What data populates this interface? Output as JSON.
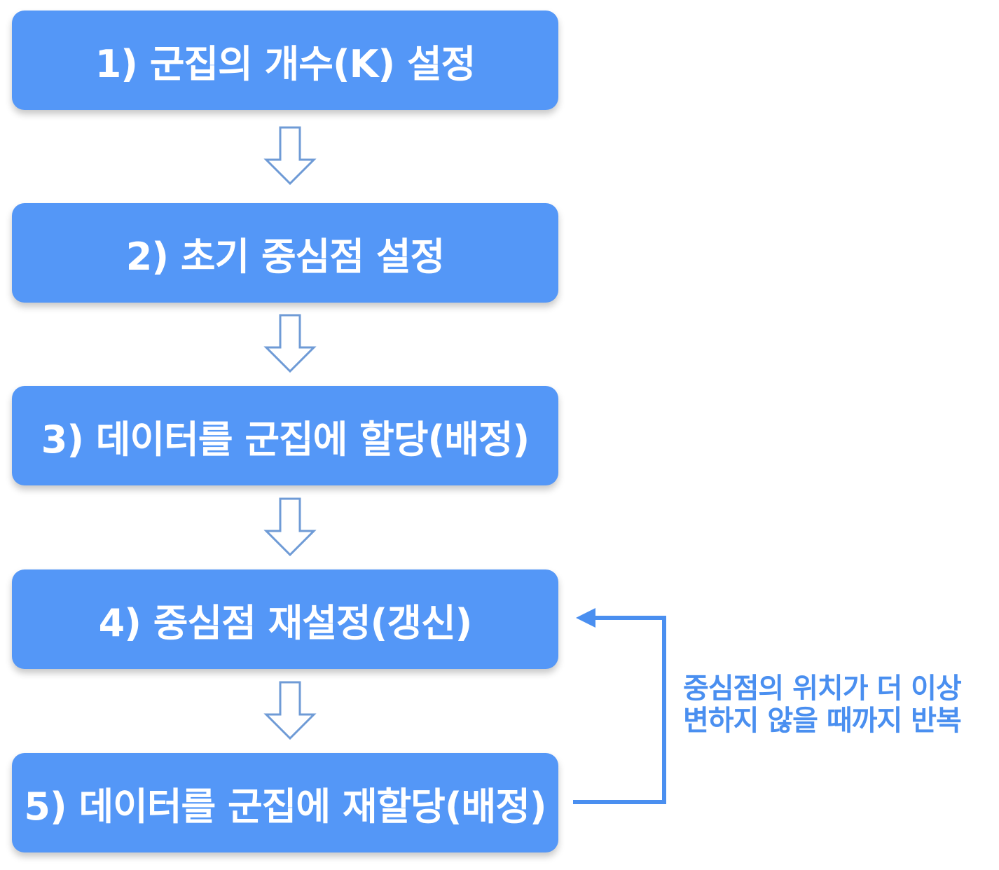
{
  "diagram": {
    "steps": [
      {
        "label": "1) 군집의 개수(K) 설정"
      },
      {
        "label": "2) 초기 중심점 설정"
      },
      {
        "label": "3) 데이터를 군집에 할당(배정)"
      },
      {
        "label": "4) 중심점 재설정(갱신)"
      },
      {
        "label": "5) 데이터를 군집에 재할당(배정)"
      }
    ],
    "loop": {
      "line1": "중심점의 위치가 더 이상",
      "line2": "변하지 않을 때까지 반복"
    },
    "colors": {
      "box": "#5497f7",
      "box_text": "#ffffff",
      "arrow_outline": "#6f9bd6",
      "loop": "#4a8ff0"
    }
  }
}
